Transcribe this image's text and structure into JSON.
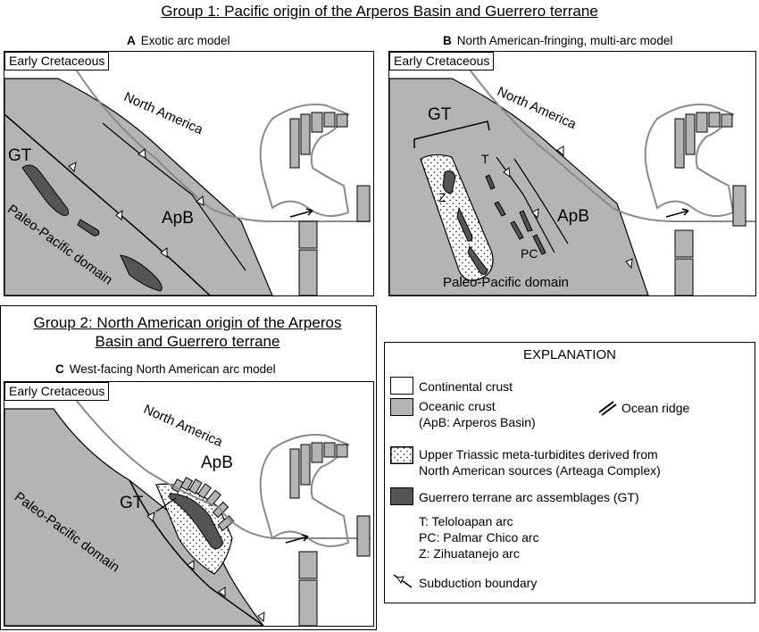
{
  "group1": {
    "title": "Group 1: Pacific origin of the Arperos Basin and Guerrero terrane",
    "panel_a": {
      "letter": "A",
      "caption": "Exotic arc model",
      "tag": "Early Cretaceous",
      "labels": {
        "north_america": "North America",
        "gt": "GT",
        "apb": "ApB",
        "paleo_pacific": "Paleo-Pacific domain"
      }
    },
    "panel_b": {
      "letter": "B",
      "caption": "North American-fringing, multi-arc model",
      "tag": "Early Cretaceous",
      "labels": {
        "north_america": "North America",
        "gt": "GT",
        "apb": "ApB",
        "t": "T",
        "z": "Z",
        "pc": "PC",
        "paleo_pacific": "Paleo-Pacific domain"
      }
    }
  },
  "group2": {
    "title_line1": "Group 2: North American origin of the Arperos",
    "title_line2": "Basin and Guerrero terrane",
    "panel_c": {
      "letter": "C",
      "caption": "West-facing North American arc model",
      "tag": "Early Cretaceous",
      "labels": {
        "north_america": "North America",
        "gt": "GT",
        "apb": "ApB",
        "paleo_pacific": "Paleo-Pacific domain"
      }
    }
  },
  "legend": {
    "title": "EXPLANATION",
    "continental": "Continental crust",
    "oceanic_line1": "Oceanic crust",
    "oceanic_line2": "(ApB: Arperos Basin)",
    "ridge": "Ocean ridge",
    "turbidites_line1": "Upper Triassic meta-turbidites derived from",
    "turbidites_line2": "North American sources (Arteaga Complex)",
    "guerrero": "Guerrero terrane arc assemblages (GT)",
    "arcs": [
      "T: Teloloapan arc",
      "PC: Palmar Chico arc",
      "Z: Zihuatanejo arc"
    ],
    "subduction": "Subduction boundary"
  },
  "colors": {
    "oceanic": "#b4b4b4",
    "continental": "#ffffff",
    "arc": "#555555",
    "coastline": "#8a8a8a"
  }
}
